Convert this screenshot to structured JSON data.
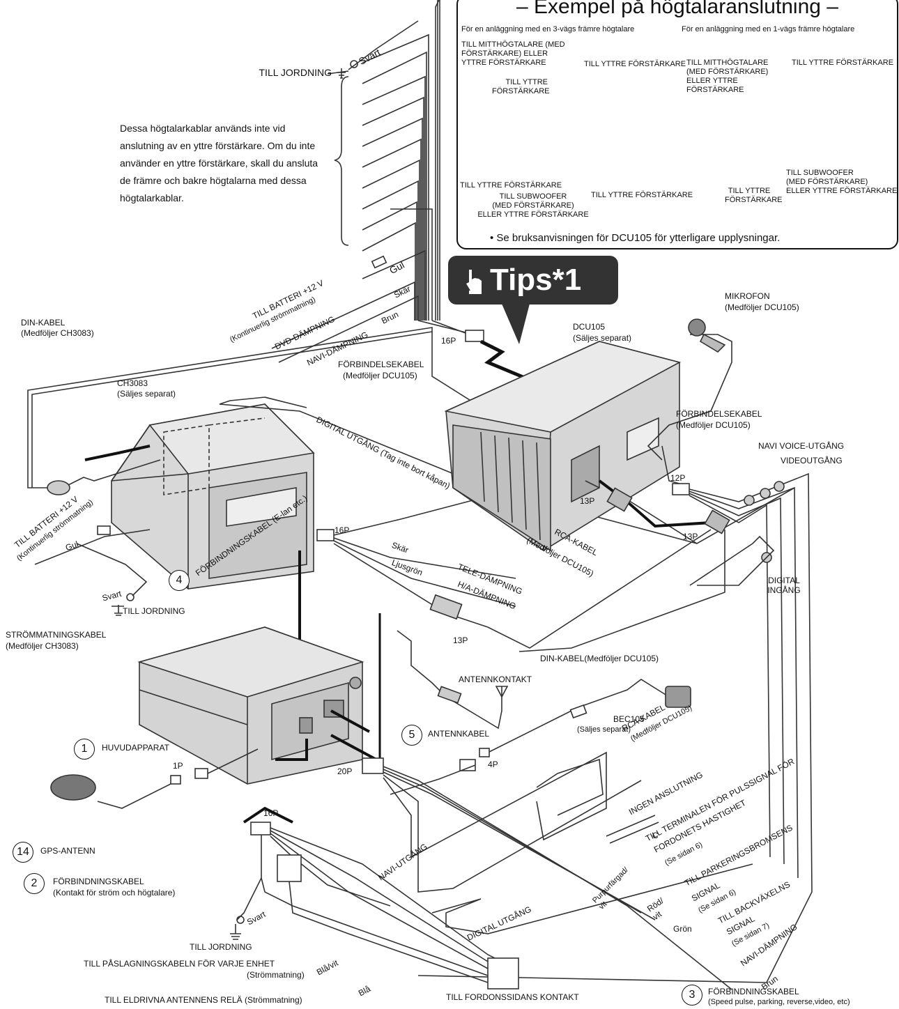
{
  "example_box": {
    "title": "– Exempel på högtalaranslutning –",
    "left_heading": "För en anläggning med en 3-vägs främre högtalare",
    "right_heading": "För en anläggning med en 1-vägs främre högtalare",
    "l_mid": "TILL MITTHÖGTALARE (MED\nFÖRSTÄRKARE) ELLER\nYTTRE FÖRSTÄRKARE",
    "l_ext_top": "TILL YTTRE FÖRSTÄRKARE",
    "l_ext_small": "TILL YTTRE\nFÖRSTÄRKARE",
    "l_ext_bottom_left": "TILL YTTRE FÖRSTÄRKARE",
    "l_sub": "TILL SUBWOOFER\n(MED FÖRSTÄRKARE)\nELLER YTTRE FÖRSTÄRKARE",
    "l_ext_bottom_right": "TILL YTTRE FÖRSTÄRKARE",
    "r_mid": "TILL MITTHÖGTALARE\n(MED FÖRSTÄRKARE)\nELLER YTTRE\nFÖRSTÄRKARE",
    "r_ext_top": "TILL YTTRE FÖRSTÄRKARE",
    "r_sub": "TILL SUBWOOFER\n(MED FÖRSTÄRKARE)\nELLER YTTRE FÖRSTÄRKARE",
    "r_ext_bottom": "TILL YTTRE\nFÖRSTÄRKARE",
    "note": "• Se bruksanvisningen för DCU105 för ytterligare upplysningar."
  },
  "tips": {
    "label": "Tips*1"
  },
  "top_left": {
    "svart": "Svart",
    "till_jordning": "TILL JORDNING",
    "note": "Dessa högtalarkablar används inte vid anslutning av en yttre förstärkare. Om du inte använder en yttre förstärkare, skall du ansluta de främre och bakre högtalarna med dessa högtalarkablar.",
    "gul": "Gul",
    "battery": "TILL BATTERI +12 V",
    "battery_sub": "(Kontinuerlig strömmatning)",
    "skar": "Skär",
    "dvd": "DVD-DÄMPNING",
    "brun": "Brun",
    "navi": "NAVI-DÄMPNING",
    "p16": "16P",
    "forbindelsekabel": "FÖRBINDELSEKABEL",
    "forbindelsekabel_sub": "(Medföljer DCU105)"
  },
  "din_cable": {
    "title": "DIN-KABEL",
    "sub": "(Medföljer CH3083)"
  },
  "ch3083": {
    "title": "CH3083",
    "sub": "(Säljes separat)",
    "battery": "TILL BATTERI +12 V",
    "battery_sub": "(Kontinuerlig strömmatning)",
    "gul": "Gul",
    "svart": "Svart",
    "jordning": "TILL JORDNING",
    "power_cable": "STRÖMMATNINGSKABEL",
    "power_cable_sub": "(Medföljer CH3083)",
    "digital_out": "DIGITAL UTGÅNG (Tag inte bort kåpan)",
    "forbindning": "FÖRBINDNINGSKABEL (E-lan etc.)",
    "num": "4"
  },
  "dcu105": {
    "title": "DCU105",
    "sub": "(Säljes separat)",
    "mic": "MIKROFON",
    "mic_sub": "(Medföljer DCU105)",
    "fb_kabel": "FÖRBINDELSEKABEL",
    "fb_kabel_sub": "(Medföljer DCU105)",
    "navi_voice": "NAVI VOICE-UTGÅNG",
    "video_out": "VIDEOUTGÅNG",
    "p12": "12P",
    "p13a": "13P",
    "p13b": "13P",
    "digital_in": "DIGITAL\nINGÅNG"
  },
  "middle": {
    "p16": "16P",
    "skar": "Skär",
    "ljusgron": "Ljusgrön",
    "tele": "TELE-DÄMPNING",
    "ha": "H/A-DÄMPNING",
    "rca": "RCA-KABEL",
    "rca_sub": "(Medföljer DCU105)",
    "p13": "13P",
    "din_dcu": "DIN-KABEL(Medföljer DCU105)",
    "antennkontakt": "ANTENNKONTAKT",
    "antennkabel": "ANTENNKABEL",
    "antenn_num": "5",
    "bec": "BEC105",
    "bec_sub": "(Säljes separat)"
  },
  "head_unit": {
    "label": "HUVUDAPPARAT",
    "num": "1",
    "p1": "1P",
    "p20": "20P",
    "p4": "4P",
    "gps": "GPS-ANTENN",
    "gps_num": "14"
  },
  "bottom_left": {
    "p16": "16P",
    "num": "2",
    "cable": "FÖRBINDNINGSKABEL",
    "cable_sub": "(Kontakt för ström och högtalare)",
    "svart": "Svart",
    "jordning": "TILL JORDNING",
    "blavit": "Blå/vit",
    "paslag": "TILL PÅSLAGNINGSKABELN FÖR VARJE ENHET",
    "paslag_sub": "(Strömmatning)",
    "bla": "Blå",
    "antenn_rela": "TILL ELDRIVNA  ANTENNENS RELÄ (Strömmatning)",
    "fordon": "TILL FORDONSSIDANS KONTAKT"
  },
  "bottom_right": {
    "rca": "RCA-KABEL",
    "rca_sub": "(Medföljer DCU105)",
    "ingen": "INGEN ANSLUTNING",
    "puls": "TILL TERMINALEN FÖR PULSSIGNAL FÖR",
    "puls2": "FORDONETS HASTIGHET",
    "puls_sub": "(Se sidan 6)",
    "c": "C",
    "navi_out": "NAVI-UTGÅNG",
    "purpur": "Purpurfärgad/\nvit",
    "park": "TILL PARKERINGSBROMSENS",
    "park2": "SIGNAL",
    "park_sub": "(Se sidan 6)",
    "rodvit": "Röd/\nvit",
    "back": "TILL BACKVÄXELNS",
    "back2": "SIGNAL",
    "back_sub": "(Se sidan 7)",
    "digital_out": "DIGITAL UTGÅNG",
    "gron": "Grön",
    "navi_damp": "NAVI-DÄMPNING",
    "brun": "Brun",
    "num": "3",
    "cable": "FÖRBINDNINGSKABEL",
    "cable_sub": "(Speed pulse, parking, reverse,video, etc)"
  }
}
